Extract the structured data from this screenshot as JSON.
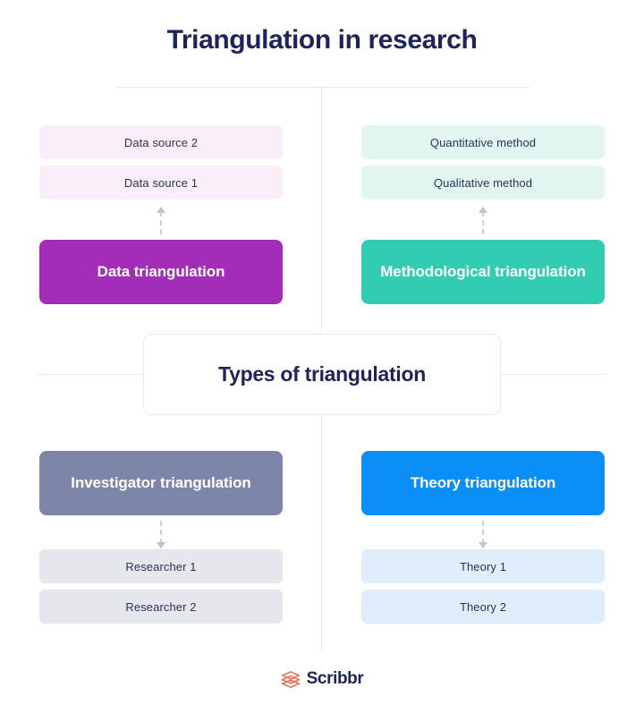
{
  "header": {
    "title": "Triangulation in research"
  },
  "center": {
    "label": "Types of triangulation"
  },
  "quadrants": {
    "top_left": {
      "name": "data-triangulation",
      "main_label": "Data triangulation",
      "main_color": "#a32cb8",
      "leaf_color": "#faeff8",
      "arrow_direction": "up",
      "leaves": [
        "Data source 2",
        "Data source 1"
      ]
    },
    "top_right": {
      "name": "methodological-triangulation",
      "main_label": "Methodological triangulation",
      "main_color": "#32ccb3",
      "leaf_color": "#e2f5f1",
      "arrow_direction": "up",
      "leaves": [
        "Quantitative method",
        "Qualitative method"
      ]
    },
    "bottom_left": {
      "name": "investigator-triangulation",
      "main_label": "Investigator triangulation",
      "main_color": "#7d85a8",
      "leaf_color": "#e6e7ec",
      "arrow_direction": "down",
      "leaves": [
        "Researcher 1",
        "Researcher 2"
      ]
    },
    "bottom_right": {
      "name": "theory-triangulation",
      "main_label": "Theory triangulation",
      "main_color": "#0b8ef5",
      "leaf_color": "#e0edfb",
      "arrow_direction": "down",
      "leaves": [
        "Theory 1",
        "Theory 2"
      ]
    }
  },
  "footer": {
    "brand": "Scribbr",
    "logo_icon": "graduation-cap-icon",
    "logo_color": "#e8705a"
  },
  "colors": {
    "title_navy": "#1b2559",
    "line_gray": "#e7e8ee",
    "arrow_gray": "#cfd2de",
    "background": "#ffffff"
  }
}
